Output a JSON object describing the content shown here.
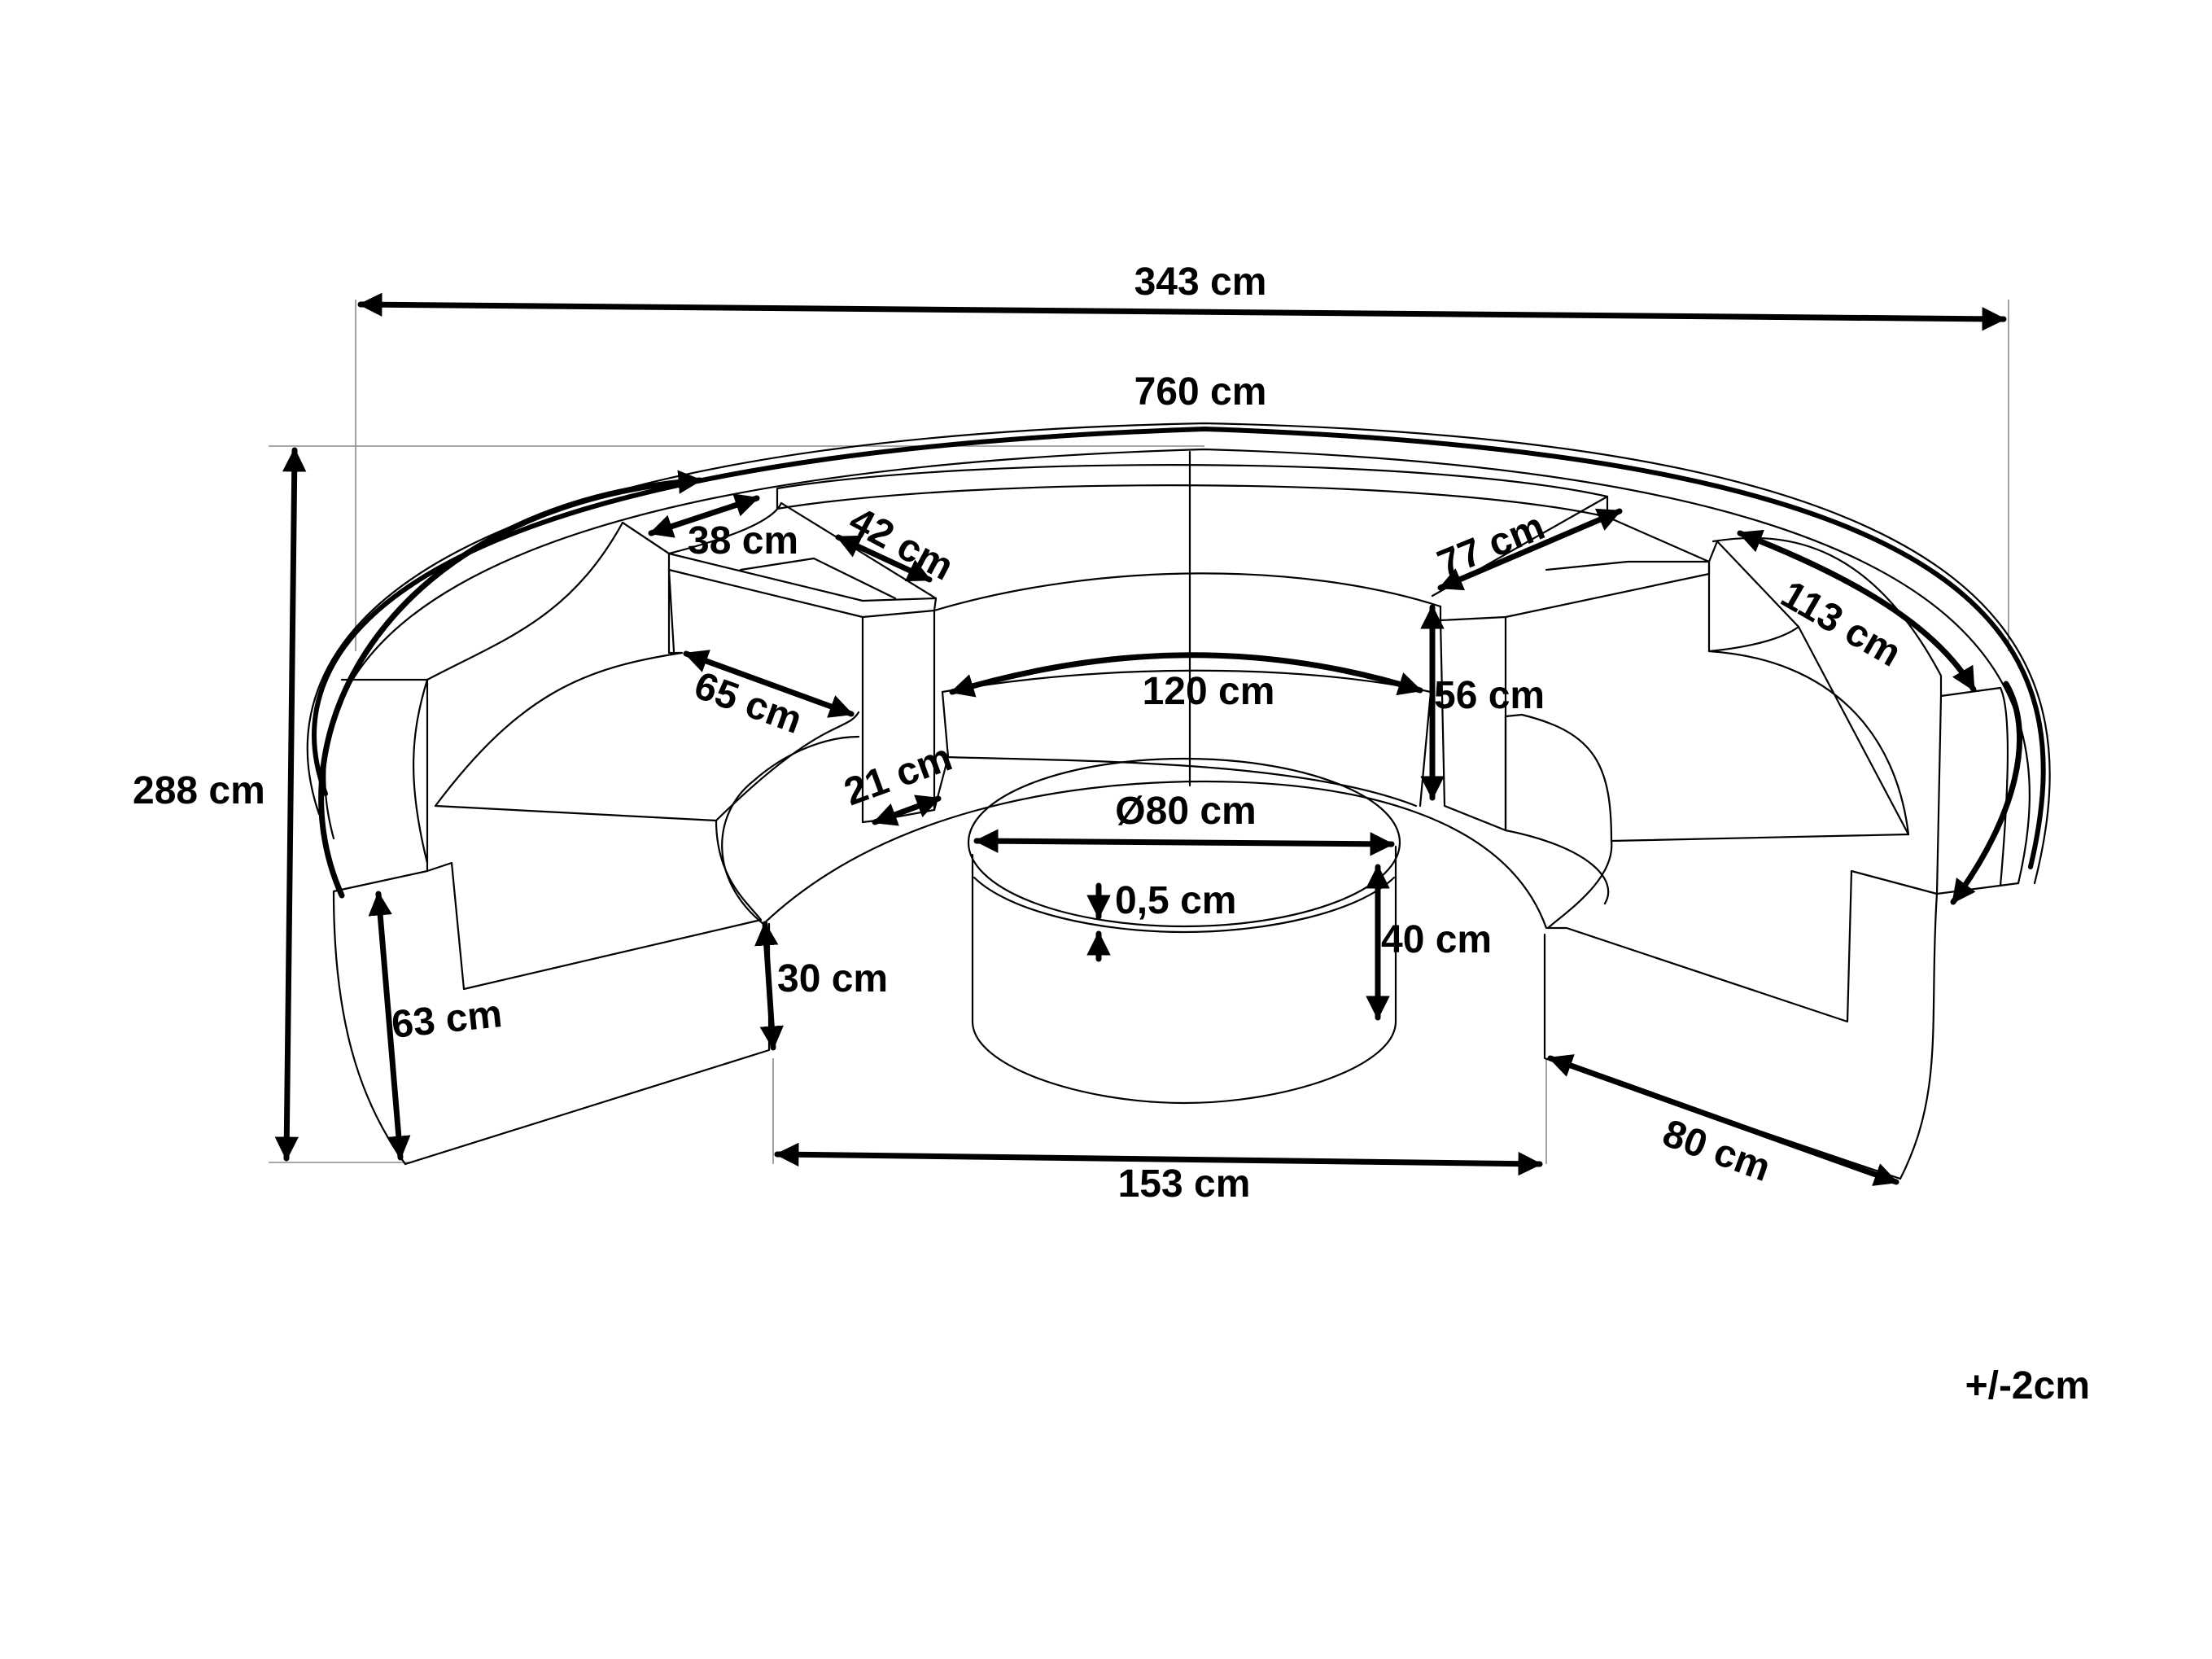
{
  "colors": {
    "background": "#ffffff",
    "ink": "#000000",
    "guide": "#8a8a8a"
  },
  "dimensions": {
    "overall_width": "343 cm",
    "perimeter": "760 cm",
    "depth": "288 cm",
    "armrest_width": "38 cm",
    "armrest_depth": "42 cm",
    "corner_width": "77 cm",
    "outer_arc": "113 cm",
    "seat_depth": "65 cm",
    "armrest_thickness": "21 cm",
    "seat_width": "120 cm",
    "seat_back_height": "56 cm",
    "table_diameter": "Ø80 cm",
    "table_top_thickness": "0,5 cm",
    "table_height": "40 cm",
    "seat_height": "30 cm",
    "total_height": "63 cm",
    "opening_width": "153 cm",
    "end_module_width": "80 cm"
  },
  "tolerance": "+/-2cm"
}
